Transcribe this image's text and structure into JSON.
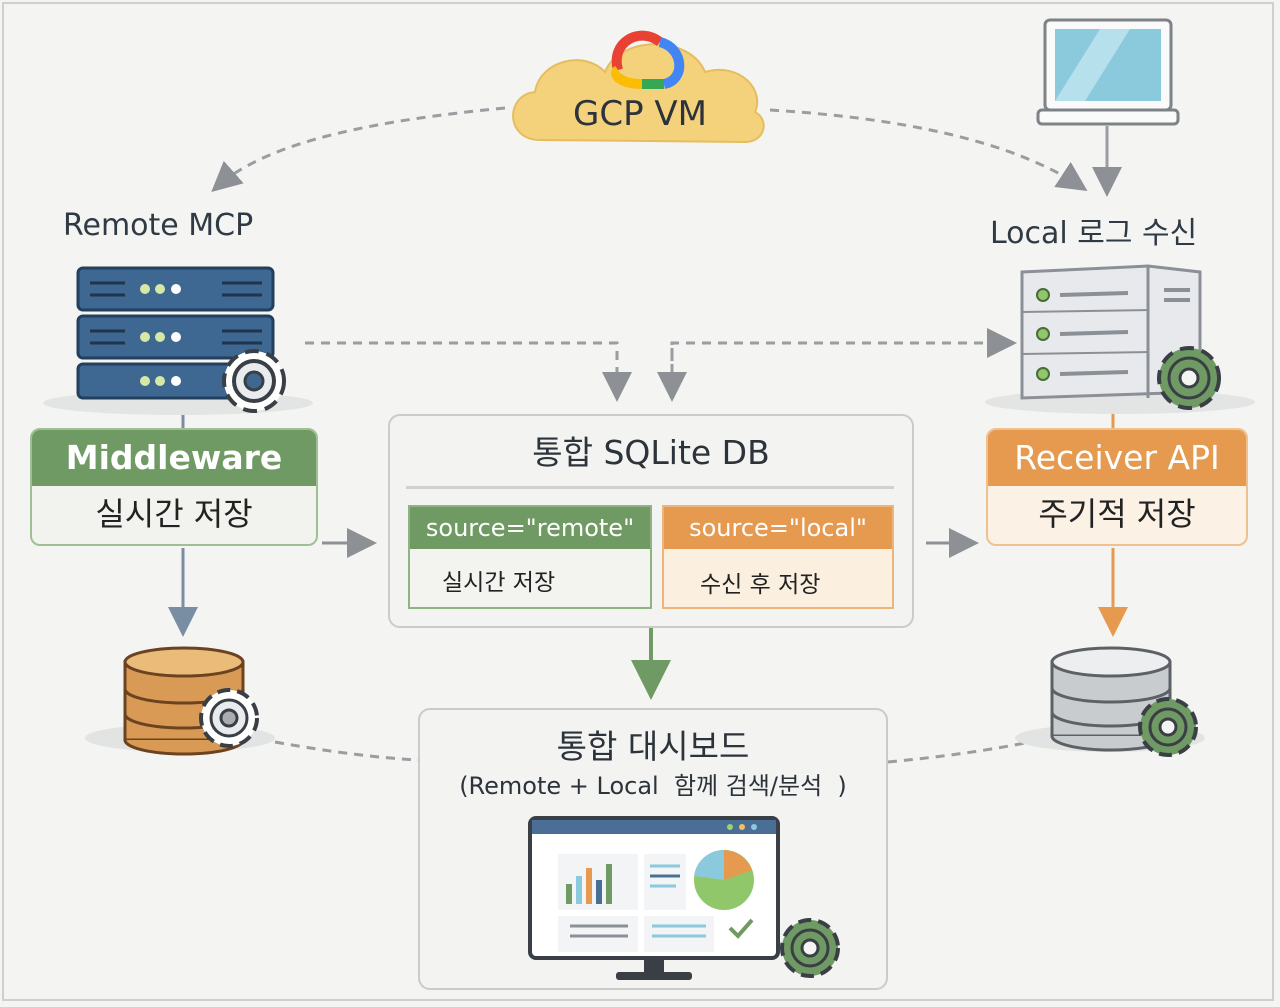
{
  "cloud": {
    "label": "GCP VM",
    "icon": "gcp-logo-icon"
  },
  "remote": {
    "title": "Remote MCP",
    "card_header": "Middleware",
    "card_sub": "실시간 저장",
    "header_color": "#6f9a63"
  },
  "local": {
    "title": "Local 로그 수신",
    "card_header": "Receiver API",
    "card_sub": "주기적 저장",
    "header_color": "#e59a4f"
  },
  "db": {
    "title": "통합 SQLite DB",
    "remote_tag": "source=\"remote\"",
    "remote_desc": "실시간 저장",
    "local_tag": "source=\"local\"",
    "local_desc": "수신 후 저장"
  },
  "dashboard": {
    "title": "통합 대시보드",
    "subtitle": "(Remote + Local  함께 검색/분석  )"
  }
}
